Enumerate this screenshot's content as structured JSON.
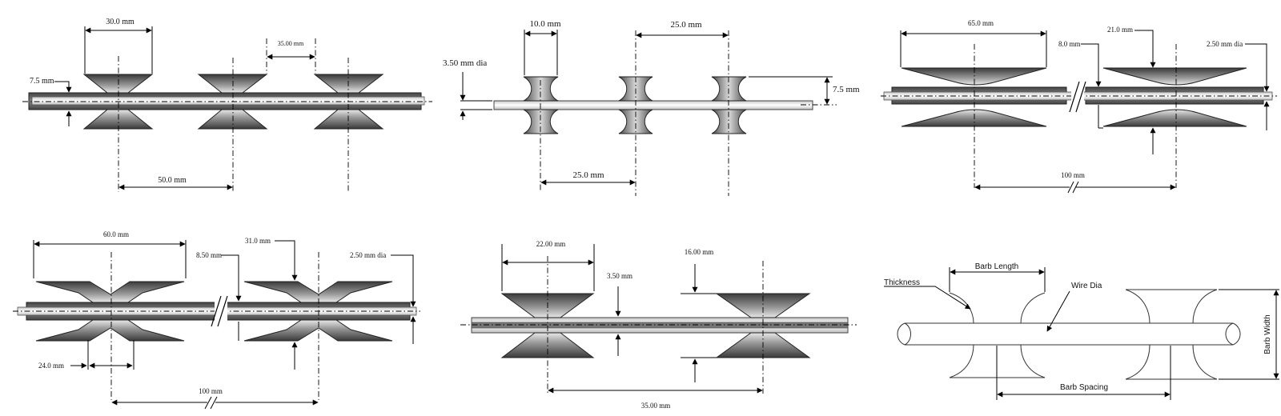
{
  "panels": {
    "p1": {
      "barb_width": "30.0 mm",
      "barb_gap": "35.00 mm",
      "tape_height": "7.5 mm",
      "barb_spacing": "50.0 mm"
    },
    "p2": {
      "barb_width": "10.0 mm",
      "barb_spacing_top": "25.0 mm",
      "wire_dia": "3.50 mm dia",
      "barb_height": "7.5 mm",
      "barb_spacing_bottom": "25.0 mm"
    },
    "p3": {
      "barb_width": "65.0 mm",
      "tape_thickness": "8.0 mm",
      "barb_height": "21.0 mm",
      "wire_dia": "2.50 mm dia",
      "barb_spacing": "100 mm"
    },
    "p4": {
      "barb_width": "60.0 mm",
      "tape_thickness": "8.50 mm",
      "barb_height": "31.0 mm",
      "wire_dia": "2.50 mm dia",
      "point_gap": "24.0 mm",
      "barb_spacing": "100 mm"
    },
    "p5": {
      "barb_width": "22.00 mm",
      "barb_height": "16.00 mm",
      "tape_thickness": "3.50 mm",
      "barb_spacing": "35.00 mm"
    },
    "p6": {
      "thickness": "Thickness",
      "barb_length": "Barb Length",
      "wire_dia": "Wire Dia",
      "barb_width": "Barb Width",
      "barb_spacing": "Barb Spacing"
    }
  }
}
